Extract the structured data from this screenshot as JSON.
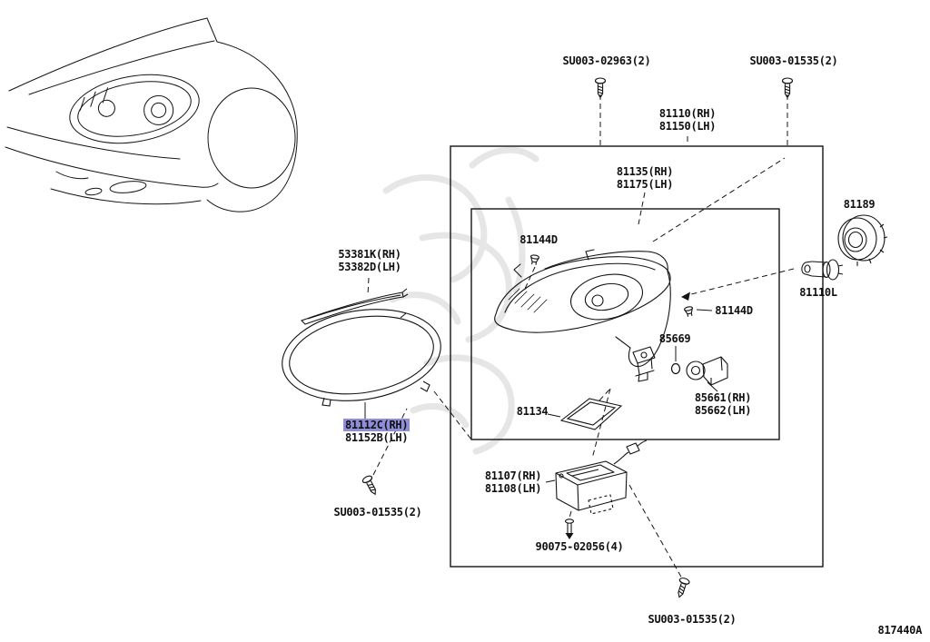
{
  "diagram": {
    "code": "817440A",
    "selection": {
      "highlighted_part": "81112C(RH)",
      "highlight_color": "#8f8fd9"
    }
  },
  "parts": {
    "screw_top_center": "SU003-02963(2)",
    "screw_top_right": "SU003-01535(2)",
    "headlamp_assy_rh": "81110(RH)",
    "headlamp_assy_lh": "81150(LH)",
    "headlamp_unit_rh": "81135(RH)",
    "headlamp_unit_lh": "81175(LH)",
    "retainer_ring": "81189",
    "clip_upper": "81144D",
    "bulb": "81110L",
    "clip_lower": "81144D",
    "oring": "85669",
    "igniter_rh": "85661(RH)",
    "igniter_lh": "85662(LH)",
    "gasket": "81134",
    "molding_rh": "53381K(RH)",
    "molding_lh": "53382D(LH)",
    "lens_rh": "81112C(RH)",
    "lens_lh": "81152B(LH)",
    "screw_left": "SU003-01535(2)",
    "ballast_rh": "81107(RH)",
    "ballast_lh": "81108(LH)",
    "bolt": "90075-02056(4)",
    "screw_bottom": "SU003-01535(2)"
  }
}
